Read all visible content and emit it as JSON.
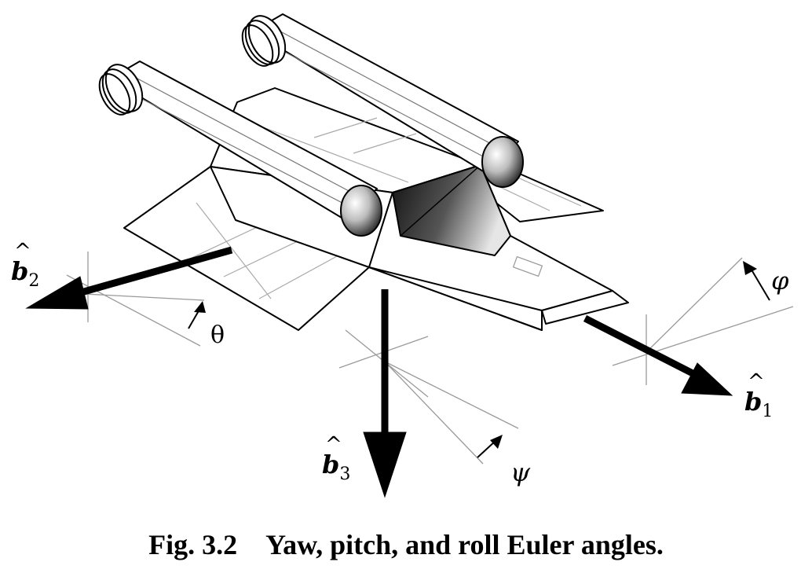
{
  "axes": {
    "b1": {
      "symbol": "b",
      "subscript": "1"
    },
    "b2": {
      "symbol": "b",
      "subscript": "2"
    },
    "b3": {
      "symbol": "b",
      "subscript": "3"
    }
  },
  "angles": {
    "roll": "φ",
    "pitch": "θ",
    "yaw": "ψ"
  },
  "caption": {
    "label": "Fig. 3.2",
    "text": "Yaw, pitch, and roll Euler angles."
  },
  "colors": {
    "ink": "#000000",
    "guide": "#9a9a9a",
    "panel": "#ffffff",
    "canopy_dark": "#2a2a2a",
    "canopy_light": "#d8d8d8"
  }
}
